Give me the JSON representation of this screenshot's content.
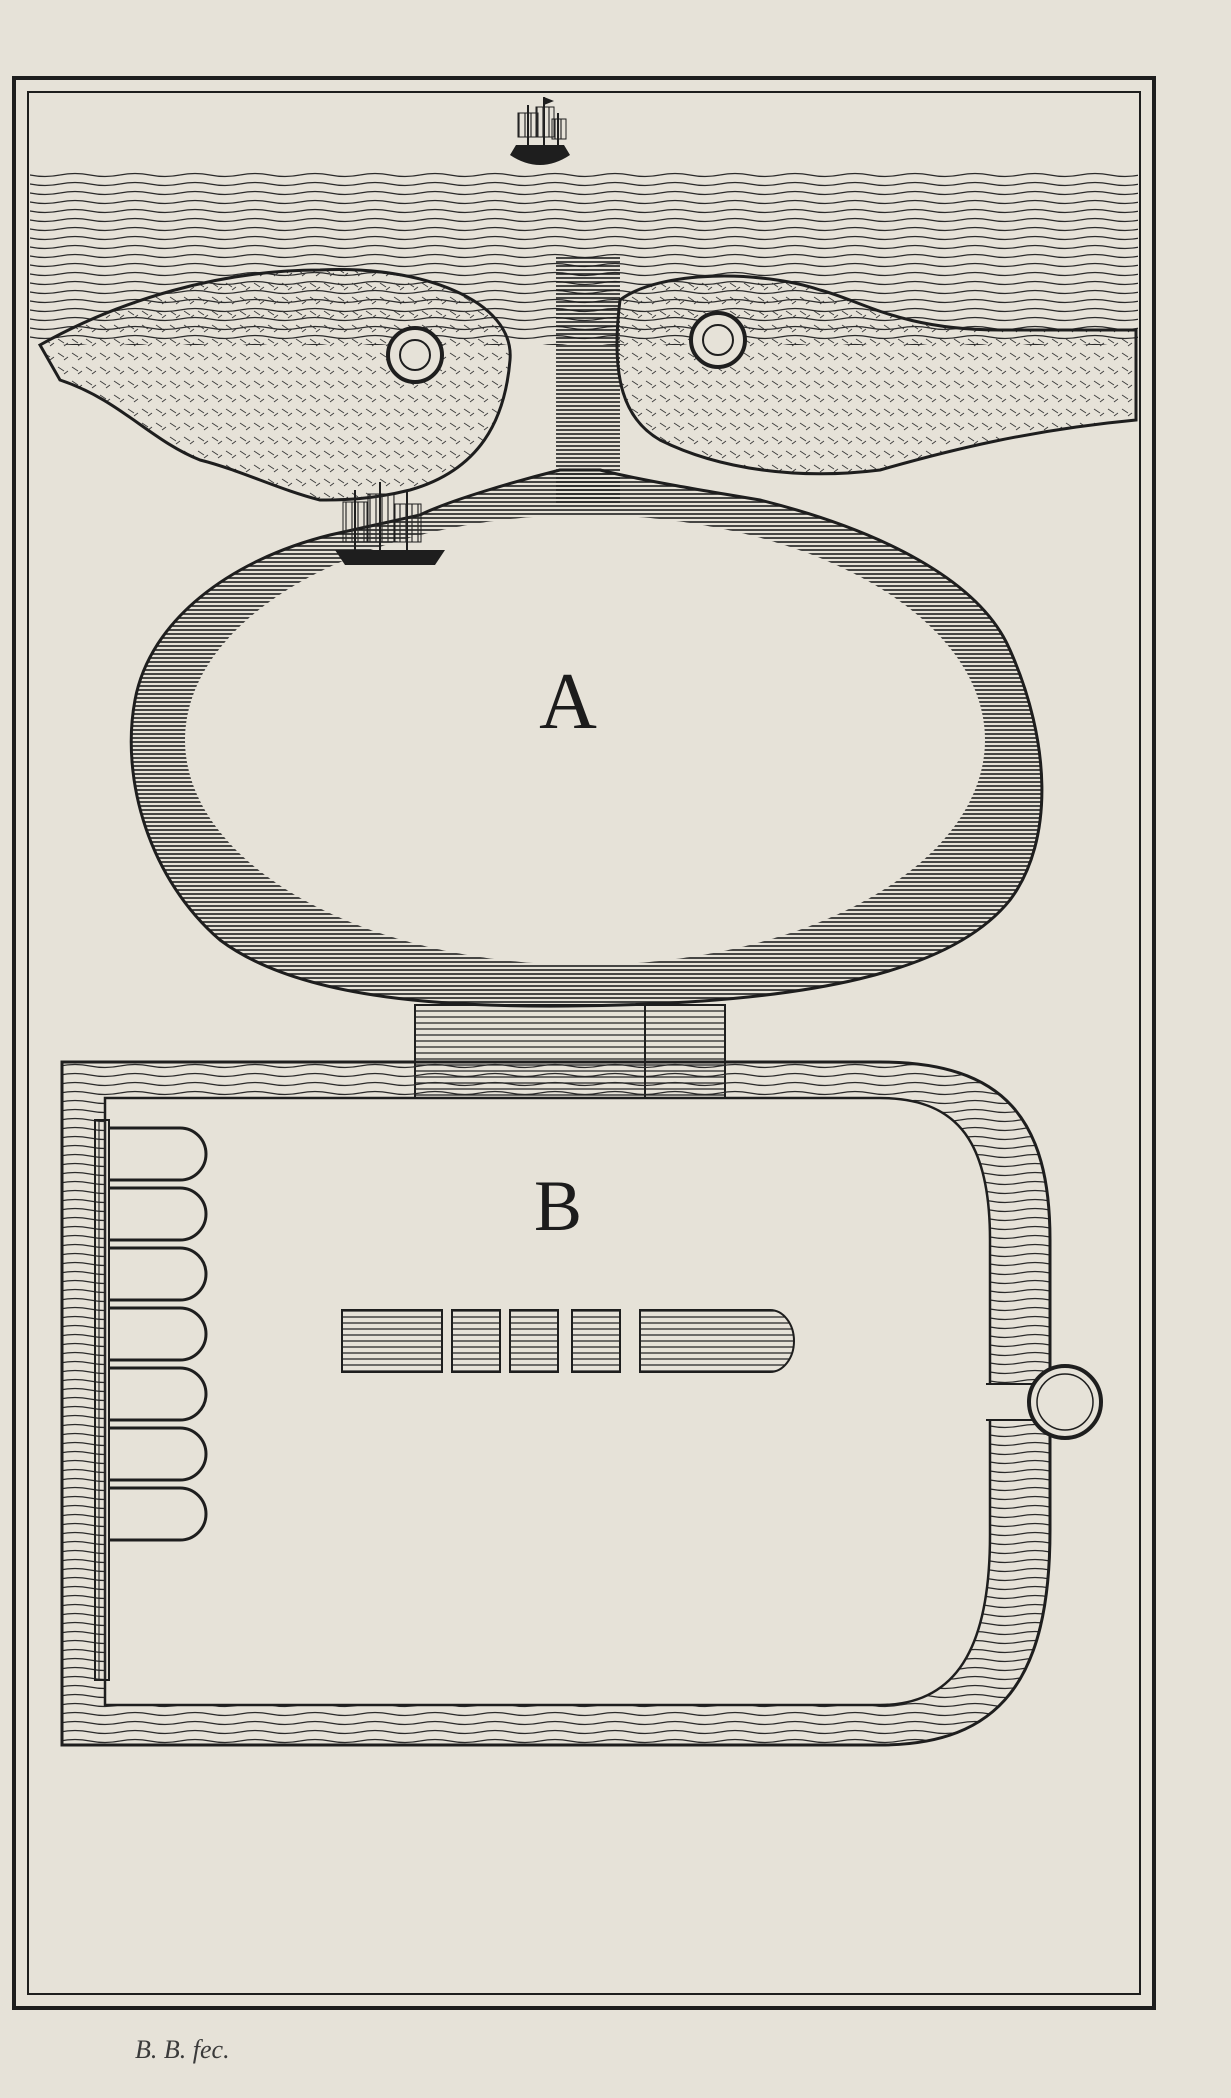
{
  "plate": {
    "label_a": "A",
    "label_b": "B",
    "engraver_signature": "B. B. fec."
  },
  "colors": {
    "paper": "#e6e2d8",
    "ink": "#1e1e1e",
    "water_hatch": "#2a2a2a"
  },
  "figures": {
    "a": {
      "description_ref": "label_a",
      "ships_in_basin": 1,
      "ships_outside": 1,
      "towers": 2
    },
    "b": {
      "description_ref": "label_b",
      "arched_bays": 7,
      "blocks_in_row": 5
    }
  }
}
